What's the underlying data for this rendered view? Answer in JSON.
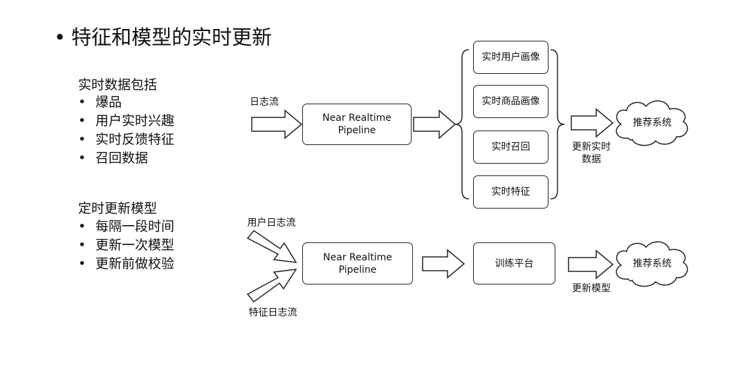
{
  "title": "特征和模型的实时更新",
  "left_panel": {
    "section1": {
      "heading": "实时数据包括",
      "items": [
        "爆品",
        "用户实时兴趣",
        "实时反馈特征",
        "召回数据"
      ]
    },
    "section2": {
      "heading": "定时更新模型",
      "items": [
        "每隔一段时间",
        "更新一次模型",
        "更新前做校验"
      ]
    }
  },
  "top_flow": {
    "input_label": "日志流",
    "pipeline_line1": "Near Realtime",
    "pipeline_line2": "Pipeline",
    "outputs": [
      "实时用户画像",
      "实时商品画像",
      "实时召回",
      "实时特征"
    ],
    "output_label_line1": "更新实时",
    "output_label_line2": "数据",
    "target": "推荐系统"
  },
  "bottom_flow": {
    "input_label_top": "用户日志流",
    "input_label_bottom": "特征日志流",
    "pipeline_line1": "Near Realtime",
    "pipeline_line2": "Pipeline",
    "training": "训练平台",
    "output_label": "更新模型",
    "target": "推荐系统"
  }
}
